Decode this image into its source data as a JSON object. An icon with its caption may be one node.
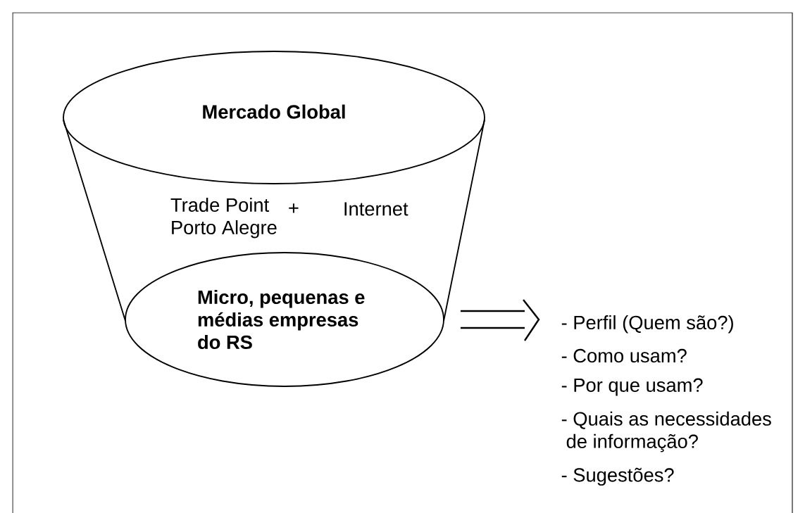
{
  "diagram": {
    "nodes": [
      {
        "text": [
          "Mercado Global"
        ]
      },
      {
        "text": [
          "Micro, pequenas e médias empresas do RS"
        ]
      },
      {
        "text": [
          "- Perfil (Quem são?)",
          "- Como usam?",
          "- Por que usam?",
          "- Quais as necessidades de informação?",
          "- Sugestões?"
        ]
      }
    ],
    "edges": [
      {
        "from": 1,
        "to": 2,
        "arrow": "to"
      }
    ],
    "labels": [
      "Trade Point Porto Alegre",
      "+",
      "Internet"
    ]
  }
}
